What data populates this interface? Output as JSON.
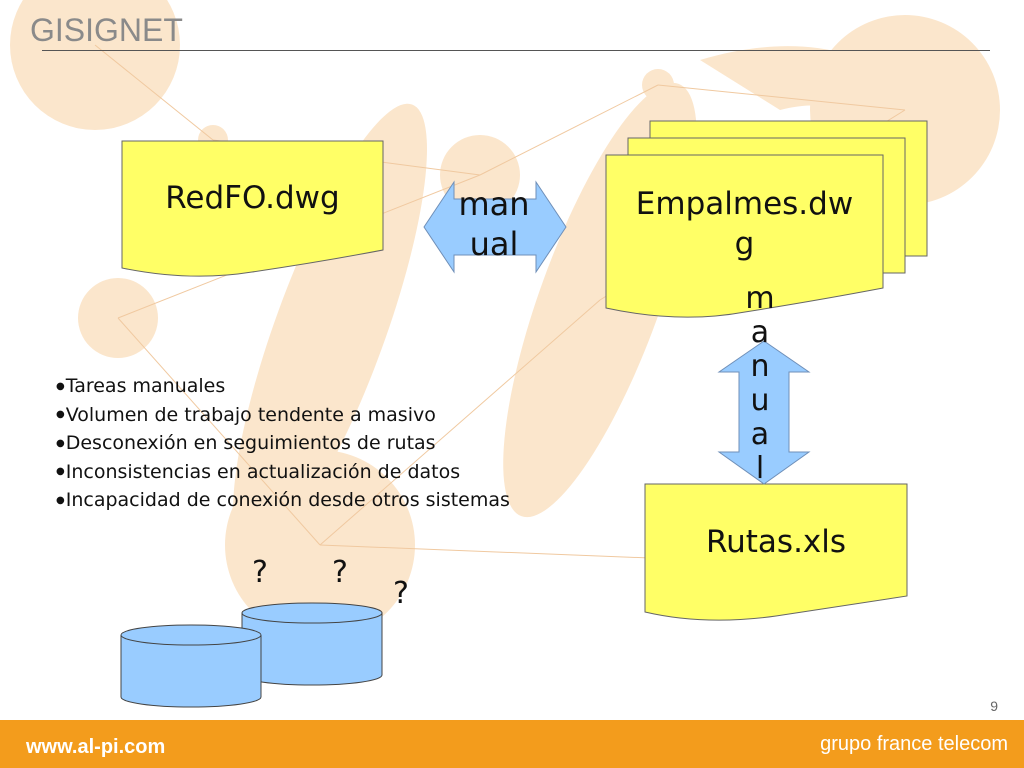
{
  "header": {
    "title": "GISIGNET"
  },
  "nodes": {
    "redfo": "RedFO.dwg",
    "empalmes_line1": "Empalmes.dw",
    "empalmes_line2": "g",
    "rutas": "Rutas.xls"
  },
  "arrows": {
    "horizontal_line1": "man",
    "horizontal_line2": "ual",
    "vertical_letters": [
      "m",
      "a",
      "n",
      "u",
      "a",
      "l"
    ]
  },
  "bullets": [
    "Tareas manuales",
    "Volumen de trabajo tendente a masivo",
    "Desconexión en seguimientos de rutas",
    "Inconsistencias en actualización de datos",
    "Incapacidad de conexión desde otros sistemas"
  ],
  "question_marks": [
    "?",
    "?",
    "?"
  ],
  "page_number": "9",
  "footer": {
    "url": "www.al-pi.com",
    "brand": "grupo france telecom"
  },
  "colors": {
    "doc_fill": "#ffff66",
    "arrow_fill": "#99ccff",
    "cylinder_fill": "#99ccff",
    "footer": "#f39c1c",
    "bg_circles": "#fbe3c5"
  }
}
